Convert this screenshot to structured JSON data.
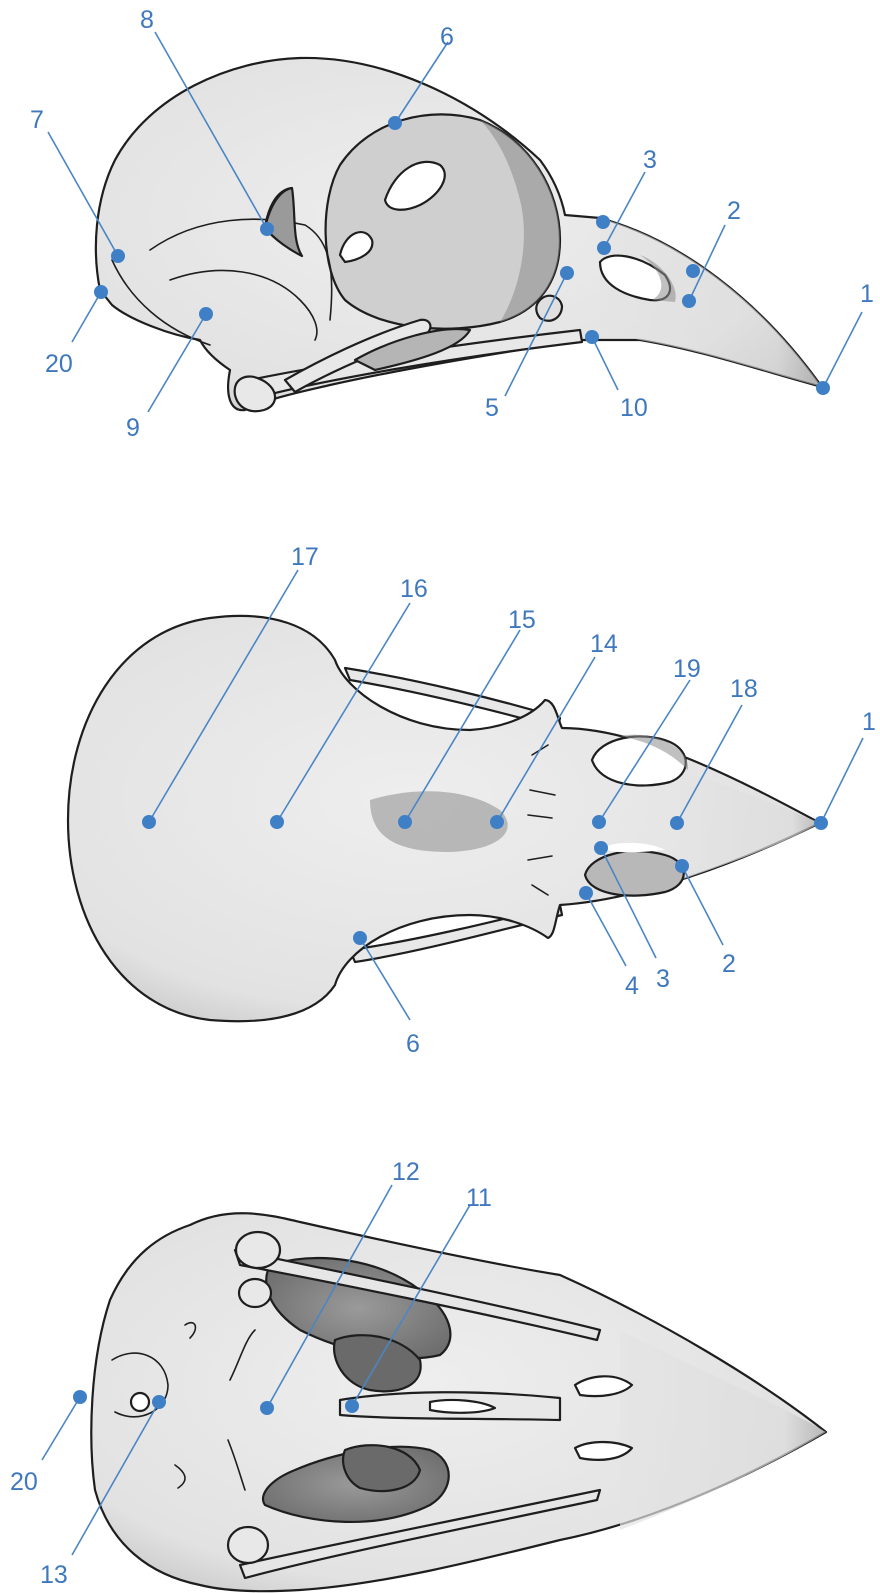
{
  "colors": {
    "accent": "#3f7fc6",
    "outline": "#1e1e1e",
    "bone": "#e6e6e6"
  },
  "lateral_view": {
    "labels": {
      "l1": "1",
      "l2": "2",
      "l3": "3",
      "l5": "5",
      "l6": "6",
      "l7": "7",
      "l8": "8",
      "l9": "9",
      "l10": "10",
      "l20": "20"
    }
  },
  "dorsal_view": {
    "labels": {
      "l1": "1",
      "l2": "2",
      "l3": "3",
      "l4": "4",
      "l6": "6",
      "l14": "14",
      "l15": "15",
      "l16": "16",
      "l17": "17",
      "l18": "18",
      "l19": "19"
    }
  },
  "ventral_view": {
    "labels": {
      "l11": "11",
      "l12": "12",
      "l13": "13",
      "l20": "20"
    }
  }
}
